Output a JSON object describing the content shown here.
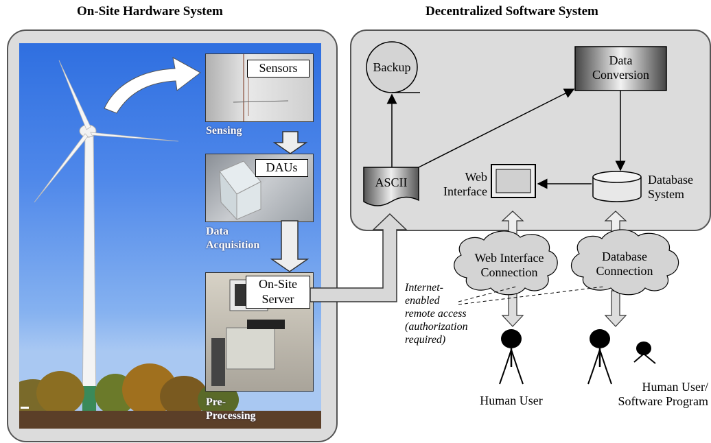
{
  "titles": {
    "hardware": "On-Site Hardware System",
    "software": "Decentralized Software System"
  },
  "hardware": {
    "sensors": "Sensors",
    "sensing": "Sensing",
    "daus": "DAUs",
    "acq_line1": "Data",
    "acq_line2": "Acquisition",
    "server_line1": "On-Site",
    "server_line2": "Server",
    "pre_line1": "Pre-",
    "pre_line2": "Processing"
  },
  "software": {
    "backup": "Backup",
    "conversion_line1": "Data",
    "conversion_line2": "Conversion",
    "ascii": "ASCII",
    "web_line1": "Web",
    "web_line2": "Interface",
    "db_line1": "Database",
    "db_line2": "System"
  },
  "connections": {
    "web_line1": "Web Interface",
    "web_line2": "Connection",
    "db_line1": "Database",
    "db_line2": "Connection"
  },
  "note": {
    "line1": "Internet-",
    "line2": "enabled",
    "line3": "remote access",
    "line4": "(authorization",
    "line5": "required)"
  },
  "users": {
    "human_user": "Human User",
    "human_sw_line1": "Human User/",
    "human_sw_line2": "Software Program"
  }
}
